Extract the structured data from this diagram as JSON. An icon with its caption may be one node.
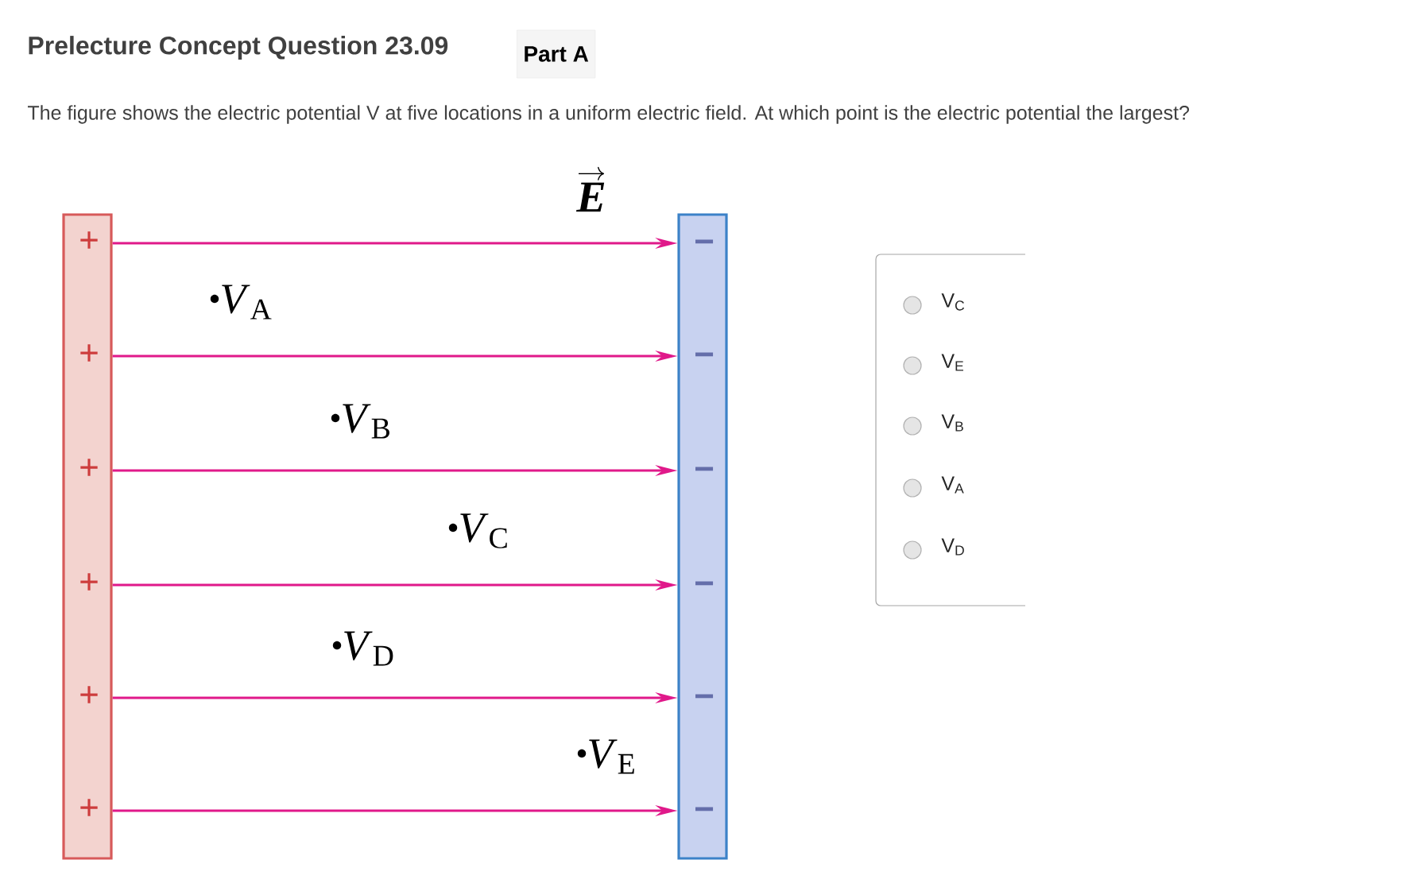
{
  "diagram": {
    "title": "Prelecture Concept Question 23.09",
    "nodes": [
      {
        "text": [],
        "shape": "bar"
      },
      {
        "text": [],
        "shape": "bar"
      }
    ],
    "edges": [
      {
        "from": 0,
        "to": 1,
        "arrow": "to"
      },
      {
        "from": 0,
        "to": 1,
        "arrow": "to"
      },
      {
        "from": 0,
        "to": 1,
        "arrow": "to"
      },
      {
        "from": 0,
        "to": 1,
        "arrow": "to"
      },
      {
        "from": 0,
        "to": 1,
        "arrow": "to"
      },
      {
        "from": 0,
        "to": 1,
        "arrow": "to"
      }
    ],
    "labels": [
      "Part A",
      "The figure shows the electric potential V at five locations in a uniform electric field. At which point is the electric potential the largest?",
      "E",
      "+",
      "+",
      "+",
      "+",
      "+",
      "+",
      "−",
      "−",
      "−",
      "−",
      "−",
      "−",
      "*V*$_{A}$",
      "*V*$_{B}$",
      "*V*$_{C}$",
      "*V*$_{D}$",
      "*V*$_{E}$",
      "V$_{C}$",
      "V$_{E}$",
      "V$_{B}$",
      "V$_{A}$",
      "V$_{D}$"
    ]
  }
}
